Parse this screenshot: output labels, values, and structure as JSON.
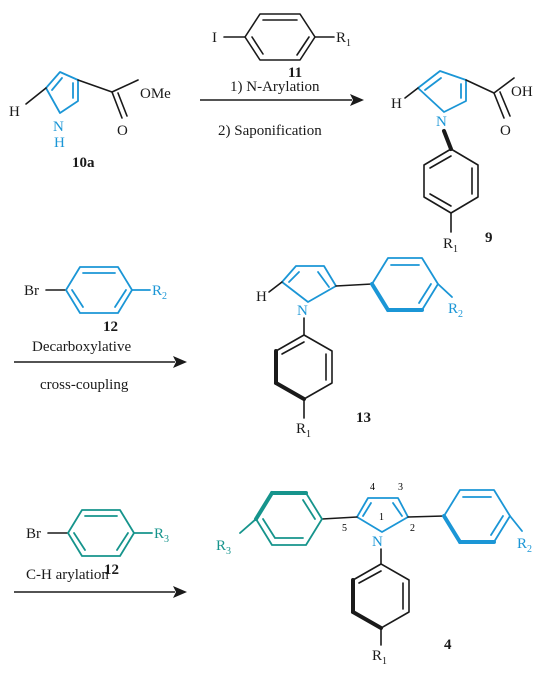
{
  "colors": {
    "ink": "#1a1a1a",
    "blue": "#1b96d6",
    "teal": "#16948c"
  },
  "step1": {
    "reagent": {
      "atom": "I",
      "substituent": "R",
      "sub": "1",
      "number": "11"
    },
    "condition_1": "1) N-Arylation",
    "condition_2": "2) Saponification",
    "start": {
      "H": "H",
      "N": "N",
      "NH_H": "H",
      "ester": "OMe",
      "number": "10a"
    },
    "product": {
      "H": "H",
      "N": "N",
      "OH": "OH",
      "O": "O",
      "R": "R",
      "sub": "1",
      "number": "9"
    }
  },
  "step2": {
    "reagent": {
      "atom": "Br",
      "substituent": "R",
      "sub": "2",
      "number": "12"
    },
    "condition_1": "Decarboxylative",
    "condition_2": "cross-coupling",
    "product": {
      "H": "H",
      "N": "N",
      "R2": "R",
      "R2_sub": "2",
      "R1": "R",
      "R1_sub": "1",
      "number": "13"
    }
  },
  "step3": {
    "reagent": {
      "atom": "Br",
      "substituent": "R",
      "sub": "3",
      "number": "12"
    },
    "condition": "C-H arylation",
    "product": {
      "N": "N",
      "R3": "R",
      "R3_sub": "3",
      "R2": "R",
      "R2_sub": "2",
      "R1": "R",
      "R1_sub": "1",
      "pos_1": "1",
      "pos_2": "2",
      "pos_3": "3",
      "pos_4": "4",
      "pos_5": "5",
      "number": "4"
    }
  }
}
